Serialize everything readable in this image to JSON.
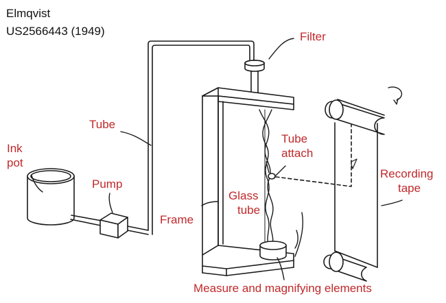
{
  "header": {
    "inventor": "Elmqvist",
    "patent": "US2566443 (1949)"
  },
  "labels": {
    "filter": "Filter",
    "tube": "Tube",
    "tube_attach_line1": "Tube",
    "tube_attach_line2": "attach",
    "ink_pot_line1": "Ink",
    "ink_pot_line2": "pot",
    "pump": "Pump",
    "glass_tube_line1": "Glass",
    "glass_tube_line2": "tube",
    "recording_tape_line1": "Recording",
    "recording_tape_line2": "tape",
    "frame": "Frame",
    "measure": "Measure and magnifying elements"
  },
  "colors": {
    "label": "#c0282a",
    "header": "#111111",
    "drawing": "#1a1a1a"
  }
}
